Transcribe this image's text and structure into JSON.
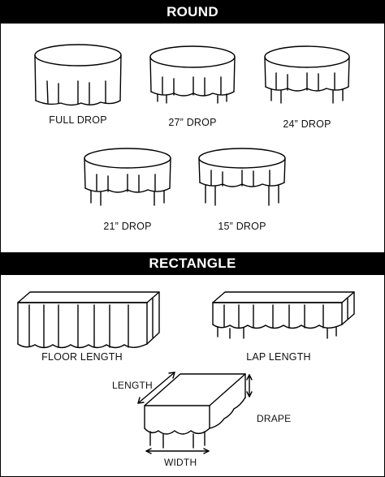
{
  "sections": {
    "round": "ROUND",
    "rectangle": "RECTANGLE"
  },
  "round_labels": {
    "full_drop": "FULL DROP",
    "drop_27": "27” DROP",
    "drop_24": "24” DROP",
    "drop_21": "21” DROP",
    "drop_15": "15” DROP"
  },
  "rect_labels": {
    "floor_length": "FLOOR LENGTH",
    "lap_length": "LAP LENGTH"
  },
  "dimensions": {
    "length": "LENGTH",
    "drape": "DRAPE",
    "width": "WIDTH"
  }
}
